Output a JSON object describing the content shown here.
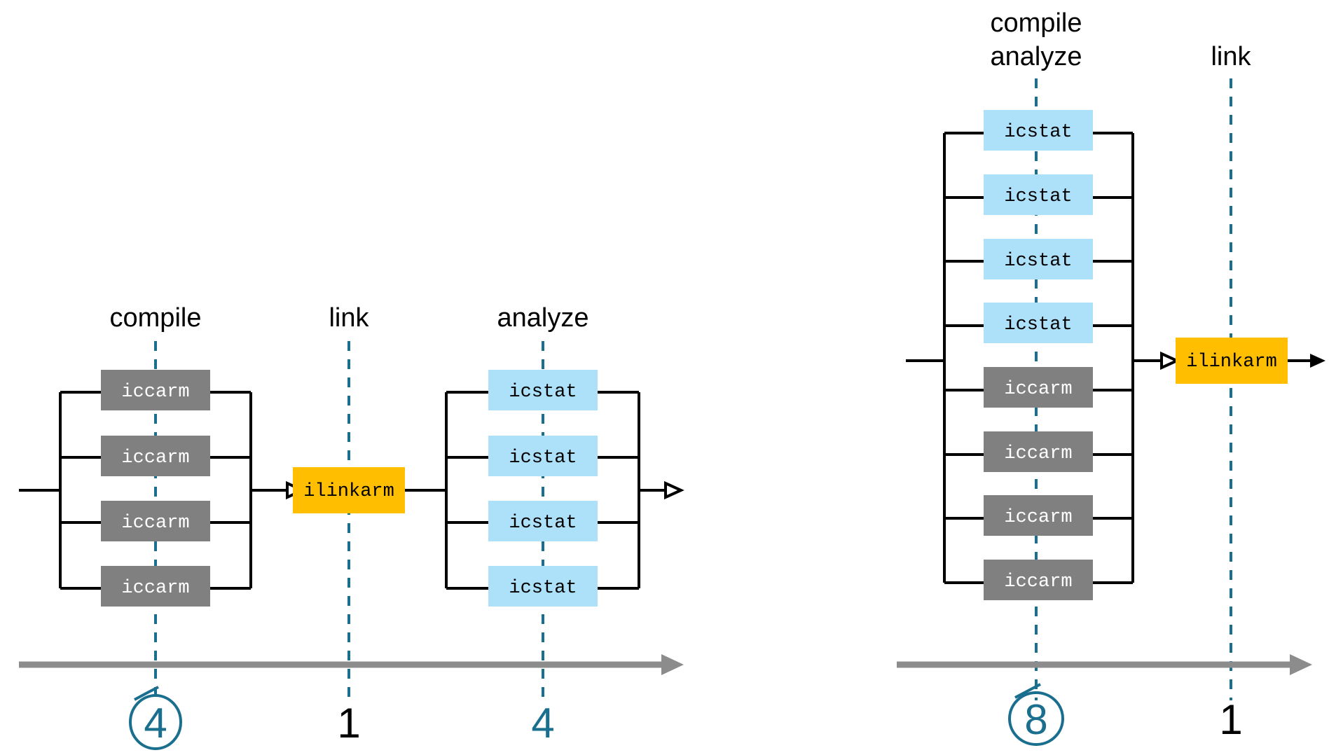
{
  "page": {
    "title": "Parallel build pipeline comparison",
    "background": "#ffffff"
  },
  "colors": {
    "compiler_box": "#808080",
    "analyzer_box": "#ade1fa",
    "linker_box": "#ffbf00",
    "guide_line": "#1a6e8e",
    "timeline": "#8c8c8c",
    "connector": "#000000",
    "label_text": "#000000",
    "dark_box_text": "#ffffff",
    "light_box_text": "#000000"
  },
  "diagrams": [
    {
      "id": "sequential-pipeline",
      "name": "left-diagram",
      "phases": [
        {
          "id": "compile",
          "label": "compile",
          "label_lines": [
            "compile"
          ],
          "kind": "parallel-group",
          "count": 4,
          "boxes": [
            {
              "label": "iccarm",
              "tool": "iccarm",
              "style": "compiler"
            },
            {
              "label": "iccarm",
              "tool": "iccarm",
              "style": "compiler"
            },
            {
              "label": "iccarm",
              "tool": "iccarm",
              "style": "compiler"
            },
            {
              "label": "iccarm",
              "tool": "iccarm",
              "style": "compiler"
            }
          ],
          "count_label": "4",
          "count_circled": true,
          "count_color": "#1a6e8e"
        },
        {
          "id": "link",
          "label": "link",
          "label_lines": [
            "link"
          ],
          "kind": "single",
          "count": 1,
          "boxes": [
            {
              "label": "ilinkarm",
              "tool": "ilinkarm",
              "style": "linker"
            }
          ],
          "count_label": "1",
          "count_circled": false,
          "count_color": "#000000"
        },
        {
          "id": "analyze",
          "label": "analyze",
          "label_lines": [
            "analyze"
          ],
          "kind": "parallel-group",
          "count": 4,
          "boxes": [
            {
              "label": "icstat",
              "tool": "icstat",
              "style": "analyzer"
            },
            {
              "label": "icstat",
              "tool": "icstat",
              "style": "analyzer"
            },
            {
              "label": "icstat",
              "tool": "icstat",
              "style": "analyzer"
            },
            {
              "label": "icstat",
              "tool": "icstat",
              "style": "analyzer"
            }
          ],
          "count_label": "4",
          "count_circled": false,
          "count_color": "#1a6e8e"
        }
      ]
    },
    {
      "id": "merged-pipeline",
      "name": "right-diagram",
      "phases": [
        {
          "id": "compile-analyze",
          "label": "compile analyze",
          "label_lines": [
            "compile",
            "analyze"
          ],
          "kind": "parallel-group",
          "count": 8,
          "boxes": [
            {
              "label": "icstat",
              "tool": "icstat",
              "style": "analyzer"
            },
            {
              "label": "icstat",
              "tool": "icstat",
              "style": "analyzer"
            },
            {
              "label": "icstat",
              "tool": "icstat",
              "style": "analyzer"
            },
            {
              "label": "icstat",
              "tool": "icstat",
              "style": "analyzer"
            },
            {
              "label": "iccarm",
              "tool": "iccarm",
              "style": "compiler"
            },
            {
              "label": "iccarm",
              "tool": "iccarm",
              "style": "compiler"
            },
            {
              "label": "iccarm",
              "tool": "iccarm",
              "style": "compiler"
            },
            {
              "label": "iccarm",
              "tool": "iccarm",
              "style": "compiler"
            }
          ],
          "count_label": "8",
          "count_circled": true,
          "count_color": "#1a6e8e"
        },
        {
          "id": "link",
          "label": "link",
          "label_lines": [
            "link"
          ],
          "kind": "single",
          "count": 1,
          "boxes": [
            {
              "label": "ilinkarm",
              "tool": "ilinkarm",
              "style": "linker"
            }
          ],
          "count_label": "1",
          "count_circled": false,
          "count_color": "#000000"
        }
      ]
    }
  ],
  "left": {
    "labels": {
      "compile": "compile",
      "link": "link",
      "analyze": "analyze"
    },
    "compile_boxes": [
      "iccarm",
      "iccarm",
      "iccarm",
      "iccarm"
    ],
    "link_box": "ilinkarm",
    "analyze_boxes": [
      "icstat",
      "icstat",
      "icstat",
      "icstat"
    ],
    "counts": {
      "compile": "4",
      "link": "1",
      "analyze": "4"
    }
  },
  "right": {
    "labels": {
      "compile": "compile",
      "analyze": "analyze",
      "link": "link"
    },
    "group_boxes": [
      "icstat",
      "icstat",
      "icstat",
      "icstat",
      "iccarm",
      "iccarm",
      "iccarm",
      "iccarm"
    ],
    "link_box": "ilinkarm",
    "counts": {
      "compile_analyze": "8",
      "link": "1"
    }
  }
}
